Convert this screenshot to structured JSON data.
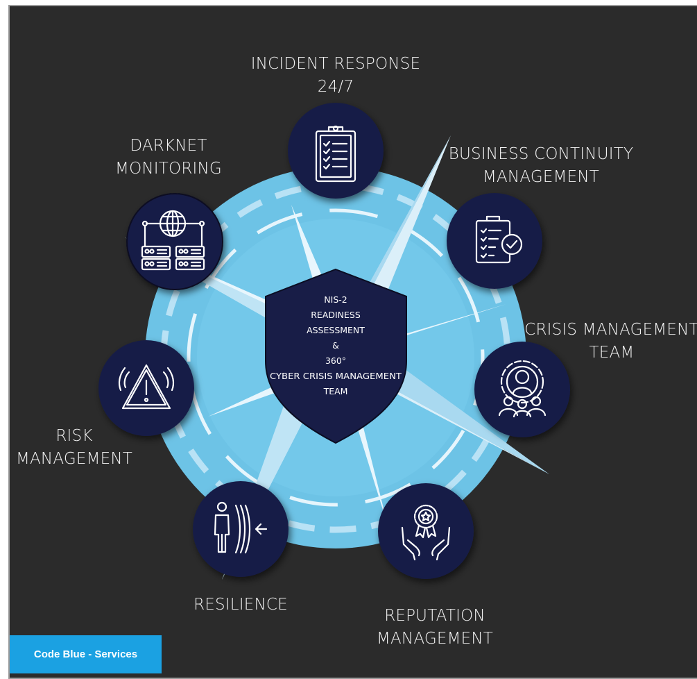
{
  "center": {
    "lines": [
      "NIS-2",
      "READINESS",
      "ASSESSMENT",
      "&",
      "360°",
      "CYBER CRISIS MANAGEMENT",
      "TEAM"
    ]
  },
  "nodes": [
    {
      "id": "incident-response",
      "icon": "clipboard-checklist-icon",
      "label": [
        "INCIDENT RESPONSE",
        "24/7"
      ]
    },
    {
      "id": "business-continuity",
      "icon": "clipboard-check-badge-icon",
      "label": [
        "BUSINESS CONTINUITY",
        "MANAGEMENT"
      ]
    },
    {
      "id": "crisis-management",
      "icon": "team-gear-icon",
      "label": [
        "CRISIS MANAGEMENT",
        "TEAM"
      ]
    },
    {
      "id": "reputation",
      "icon": "award-hands-icon",
      "label": [
        "REPUTATION",
        "MANAGEMENT"
      ]
    },
    {
      "id": "resilience",
      "icon": "person-shield-waves-icon",
      "label": [
        "RESILIENCE"
      ]
    },
    {
      "id": "risk",
      "icon": "warning-triangle-icon",
      "label": [
        "RISK",
        "MANAGEMENT"
      ]
    },
    {
      "id": "darknet",
      "icon": "globe-servers-icon",
      "label": [
        "DARKNET",
        "MONITORING"
      ]
    }
  ],
  "badge": {
    "label": "Code Blue - Services"
  },
  "colors": {
    "background": "#2b2b2b",
    "compass_blue": "#6dc3e6",
    "compass_light": "#d2ecf9",
    "node_navy": "#181d47",
    "badge_blue": "#1ba1e2"
  }
}
